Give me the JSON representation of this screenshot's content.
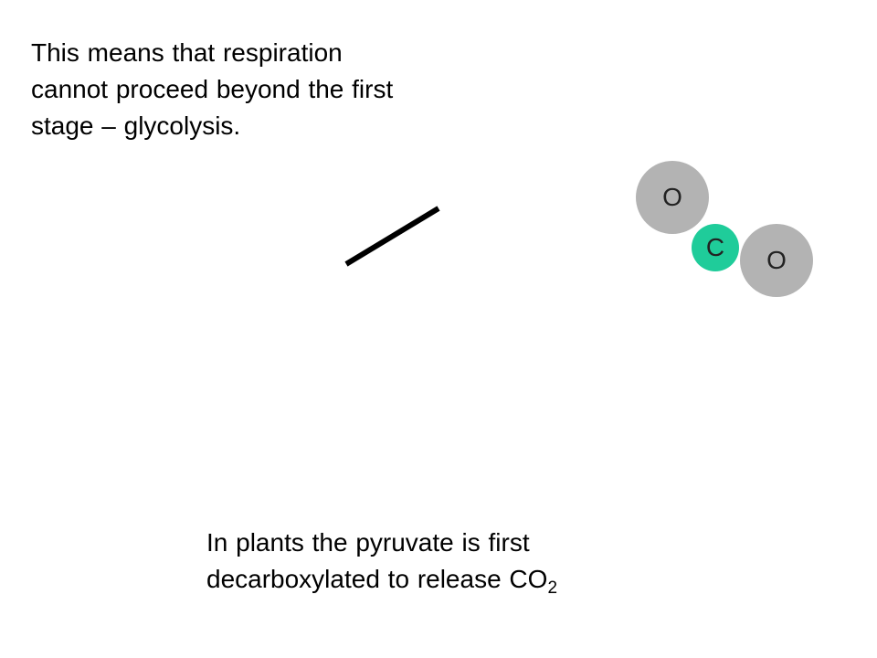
{
  "slide": {
    "intro_line_1": "This means that respiration",
    "intro_line_2": "cannot proceed beyond the first",
    "intro_line_3": "stage – glycolysis.",
    "caption_line_1": "In plants the pyruvate is first",
    "caption_line_2_main": "decarboxylated to release CO",
    "caption_line_2_sub": "2"
  },
  "molecule": {
    "atom_1_label": "O",
    "atom_2_label": "C",
    "atom_3_label": "O",
    "oxygen_color": "#b3b3b3",
    "carbon_color": "#1fcc9a"
  },
  "colors": {
    "background": "#ffffff",
    "text": "#000000",
    "bond": "#000000"
  }
}
